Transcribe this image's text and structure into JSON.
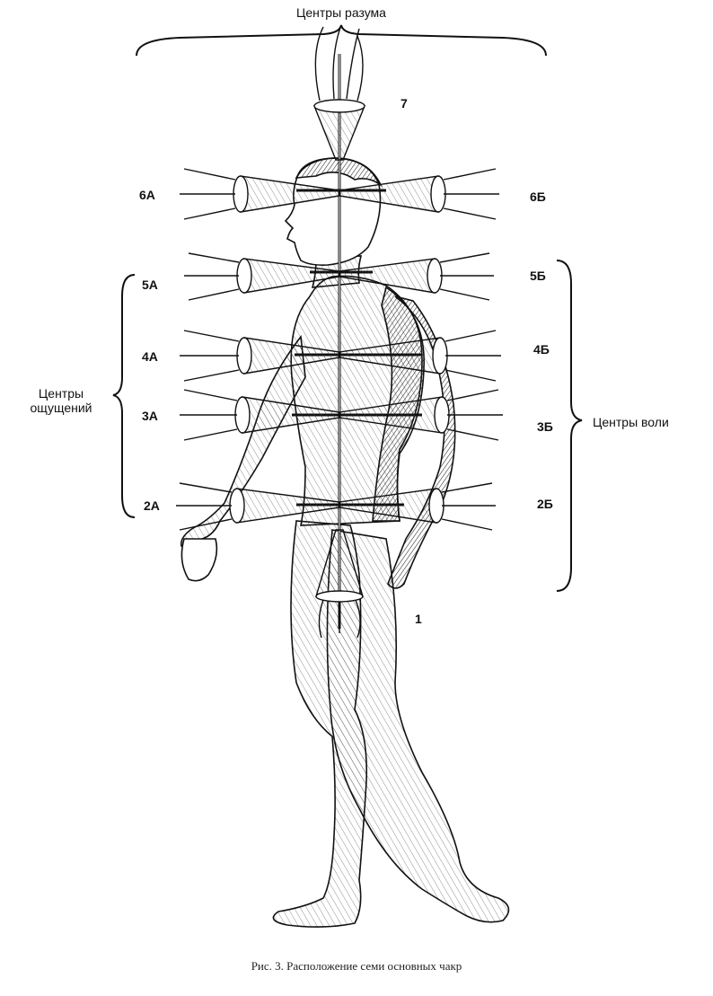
{
  "groups": {
    "mind_centers": "Центры разума",
    "sensation_centers_line1": "Центры",
    "sensation_centers_line2": "ощущений",
    "will_centers": "Центры воли"
  },
  "labels": {
    "c7": "7",
    "c6a": "6А",
    "c6b": "6Б",
    "c5a": "5А",
    "c5b": "5Б",
    "c4a": "4А",
    "c4b": "4Б",
    "c3a": "3А",
    "c3b": "3Б",
    "c2a": "2А",
    "c2b": "2Б",
    "c1": "1"
  },
  "caption": "Рис. 3. Расположение семи основных чакр",
  "colors": {
    "ink": "#111111",
    "shade": "#3a3a3a",
    "paper": "#ffffff"
  }
}
